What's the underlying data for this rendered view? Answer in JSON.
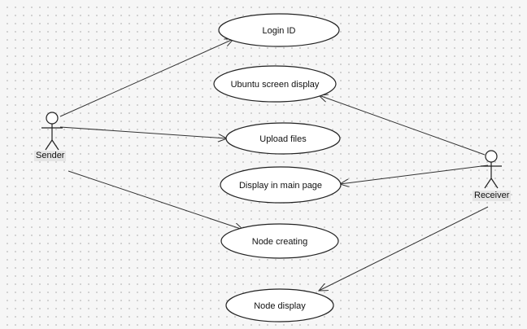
{
  "diagram": {
    "actors": [
      {
        "id": "sender",
        "label": "Sender"
      },
      {
        "id": "receiver",
        "label": "Receiver"
      }
    ],
    "use_cases": [
      {
        "id": "login",
        "label": "Login ID"
      },
      {
        "id": "ubuntu",
        "label": "Ubuntu screen display"
      },
      {
        "id": "upload",
        "label": "Upload files"
      },
      {
        "id": "display",
        "label": "Display in main page"
      },
      {
        "id": "nodecreate",
        "label": "Node creating"
      },
      {
        "id": "nodedisplay",
        "label": "Node display"
      }
    ],
    "associations": [
      {
        "from": "sender",
        "to": "login"
      },
      {
        "from": "sender",
        "to": "upload"
      },
      {
        "from": "sender",
        "to": "nodecreate"
      },
      {
        "from": "receiver",
        "to": "ubuntu"
      },
      {
        "from": "receiver",
        "to": "display"
      },
      {
        "from": "receiver",
        "to": "nodedisplay"
      }
    ]
  }
}
